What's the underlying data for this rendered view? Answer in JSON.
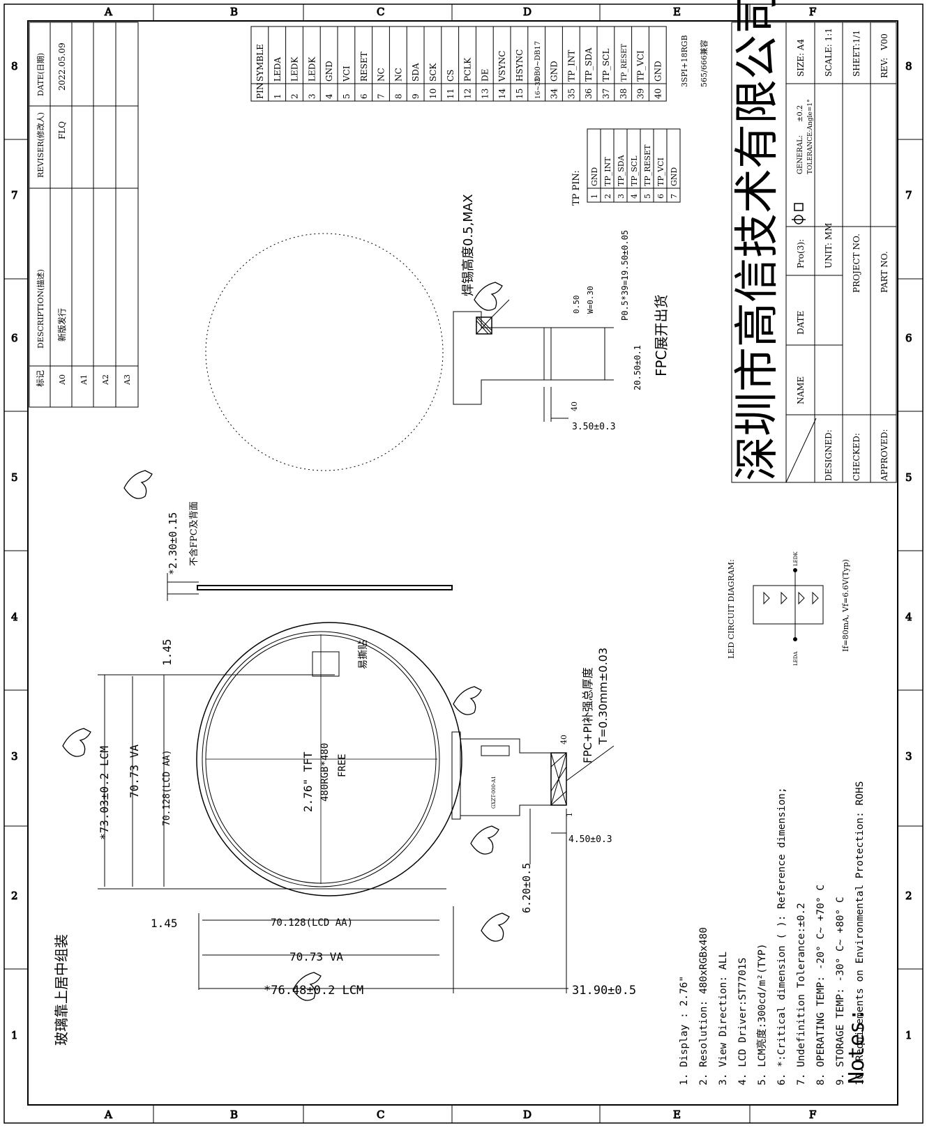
{
  "border": {
    "letters": [
      "A",
      "B",
      "C",
      "D",
      "E",
      "F"
    ],
    "numbers": [
      "8",
      "7",
      "6",
      "5",
      "4",
      "3",
      "2",
      "1"
    ]
  },
  "revision": {
    "headers": {
      "mark": "标记",
      "description": "DESCRIPTION(描述)",
      "reviser": "REVISER(修改人)",
      "date": "DATE(日期)"
    },
    "rows": [
      {
        "mark": "A0",
        "description": "新版发行",
        "reviser": "FLQ",
        "date": "2022.05.09"
      },
      {
        "mark": "A1",
        "description": "",
        "reviser": "",
        "date": ""
      },
      {
        "mark": "A2",
        "description": "",
        "reviser": "",
        "date": ""
      },
      {
        "mark": "A3",
        "description": "",
        "reviser": "",
        "date": ""
      }
    ]
  },
  "pin_table": {
    "header_pin": "PIN",
    "header_symbol": "SYMBLE",
    "rows": [
      [
        "1",
        "LEDA"
      ],
      [
        "2",
        "LEDK"
      ],
      [
        "3",
        "LEDK"
      ],
      [
        "4",
        "GND"
      ],
      [
        "5",
        "VCI"
      ],
      [
        "6",
        "RESET"
      ],
      [
        "7",
        "NC"
      ],
      [
        "8",
        "NC"
      ],
      [
        "9",
        "SDA"
      ],
      [
        "10",
        "SCK"
      ],
      [
        "11",
        "CS"
      ],
      [
        "12",
        "PCLK"
      ],
      [
        "13",
        "DE"
      ],
      [
        "14",
        "VSYNC"
      ],
      [
        "15",
        "HSYNC"
      ],
      [
        "16~33",
        "DB0~DB17"
      ],
      [
        "34",
        "GND"
      ],
      [
        "35",
        "TP_INT"
      ],
      [
        "36",
        "TP_SDA"
      ],
      [
        "37",
        "TP_SCL"
      ],
      [
        "38",
        "TP_RESET"
      ],
      [
        "39",
        "TP_VCI"
      ],
      [
        "40",
        "GND"
      ]
    ],
    "note1": "3SPI+18RGB",
    "note2": "565/666兼容"
  },
  "tp_table": {
    "title": "TP PIN:",
    "rows": [
      [
        "1",
        "GND"
      ],
      [
        "2",
        "TP_INT"
      ],
      [
        "3",
        "TP_SDA"
      ],
      [
        "4",
        "TP_SCL"
      ],
      [
        "5",
        "TP_RESET"
      ],
      [
        "6",
        "TP_VCI"
      ],
      [
        "7",
        "GND"
      ]
    ]
  },
  "company": "深圳市高信技术有限公司",
  "title_block": {
    "size": "SIZE: A4",
    "scale": "SCALE: 1:1",
    "sheet": "SHEET:1/1",
    "rev_label": "REV:",
    "rev_value": "V00",
    "general": "GENERAL:",
    "general_value": "±0.2",
    "tolerance": "TOLERANCE:Angle=1°",
    "pro": "Pro(3):",
    "unit": "UNIT: MM",
    "project": "PROJECT NO.",
    "part": "PART NO.",
    "name": "NAME",
    "date": "DATE",
    "designed": "DESIGNED:",
    "checked": "CHECKED:",
    "approved": "APPROVED:"
  },
  "dimensions": {
    "solder_height": "焊锡高度0.5,MAX",
    "fpc_unfold": "FPC展开出货",
    "pitch_050": "0.50",
    "width_030": "W=0.30",
    "pitch_total": "P0.5*39=19.50±0.05",
    "fpc_width": "20.50±0.1",
    "fpc_tail": "3.50±0.3",
    "pin40_top": "40",
    "thickness": "*2.30±0.15",
    "thickness_note": "不含FPC及背面",
    "edge_145_top": "1.45",
    "easy_tear": "易撕贴",
    "lcm_height": "*73.03±0.2 LCM",
    "va_height": "70.73 VA",
    "aa_height": "70.128(LCD AA)",
    "tft1": "2.76\"  TFT",
    "tft2": "480RGB*480",
    "tft3": "FREE",
    "fpc_label_pin40": "40",
    "fpc_label_pin1": "1",
    "fpc_stiffener": "FPC+PI补强总厚度",
    "fpc_stiffener_t": "T=0.30mm±0.03",
    "fpc_4_5": "4.50±0.3",
    "fpc_6_2": "6.20±0.5",
    "edge_145_left": "1.45",
    "aa_width": "70.128(LCD AA)",
    "va_width": "70.73 VA",
    "lcm_width": "*76.48±0.2 LCM",
    "fpc_length": "31.90±0.5",
    "glass_note": "玻璃靠上居中组装",
    "fpc_code": "GXZT-000-A1"
  },
  "led": {
    "title": "LED CIRCUIT DIAGRAM:",
    "leda": "LEDA",
    "ledk": "LEDK",
    "spec": "If=80mA, Vf=6.6V(Typ)"
  },
  "notes": {
    "title": "Notes:",
    "items": [
      "1.  Display : 2.76\"",
      "2.  Resolution: 480xRGBx480",
      "3.  View Direction: ALL",
      "4.  LCD Driver:ST7701S",
      "5.  LCM亮度:300cd/m²(TYP)",
      "6.  *:Critical dimension  ( ): Reference dimension;",
      "7.  Undefinition Tolerance:±0.2",
      "8.  OPERATING TEMP: -20° C~ +70° C",
      "9.  STORAGE TEMP: -30° C~ +80° C",
      "10. Requirements on Environmental Protection: ROHS"
    ]
  }
}
